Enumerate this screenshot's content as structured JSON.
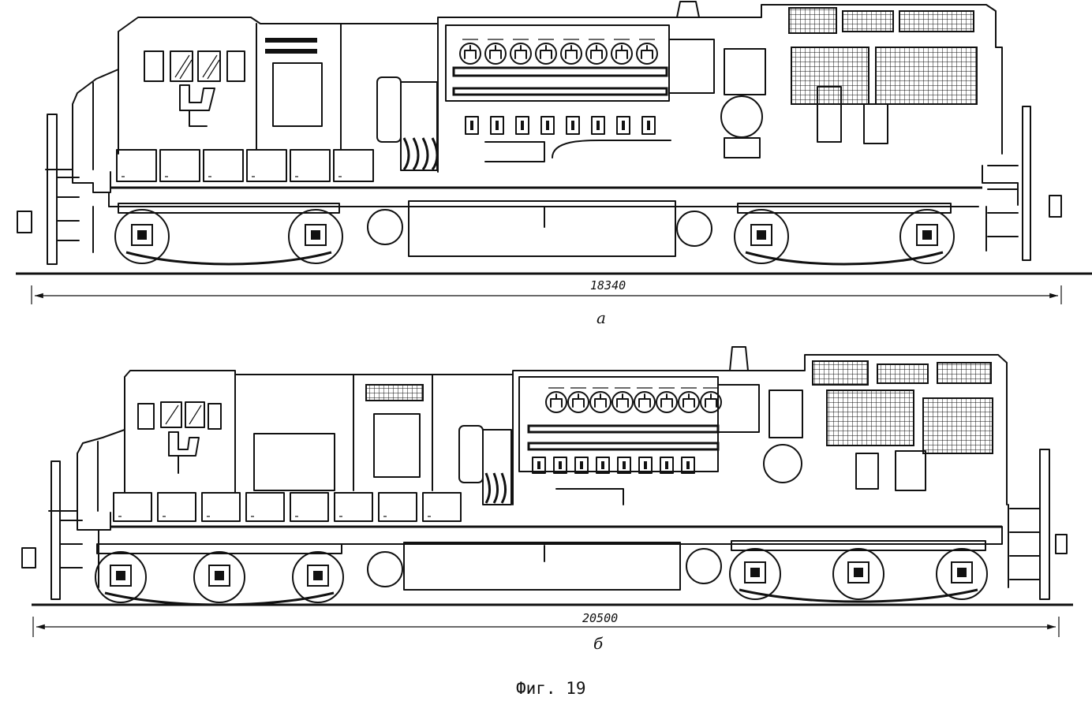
{
  "figure": {
    "caption": "Фиг. 19",
    "views": [
      {
        "dimension": "18340",
        "letter": "а"
      },
      {
        "dimension": "20500",
        "letter": "б"
      }
    ]
  }
}
